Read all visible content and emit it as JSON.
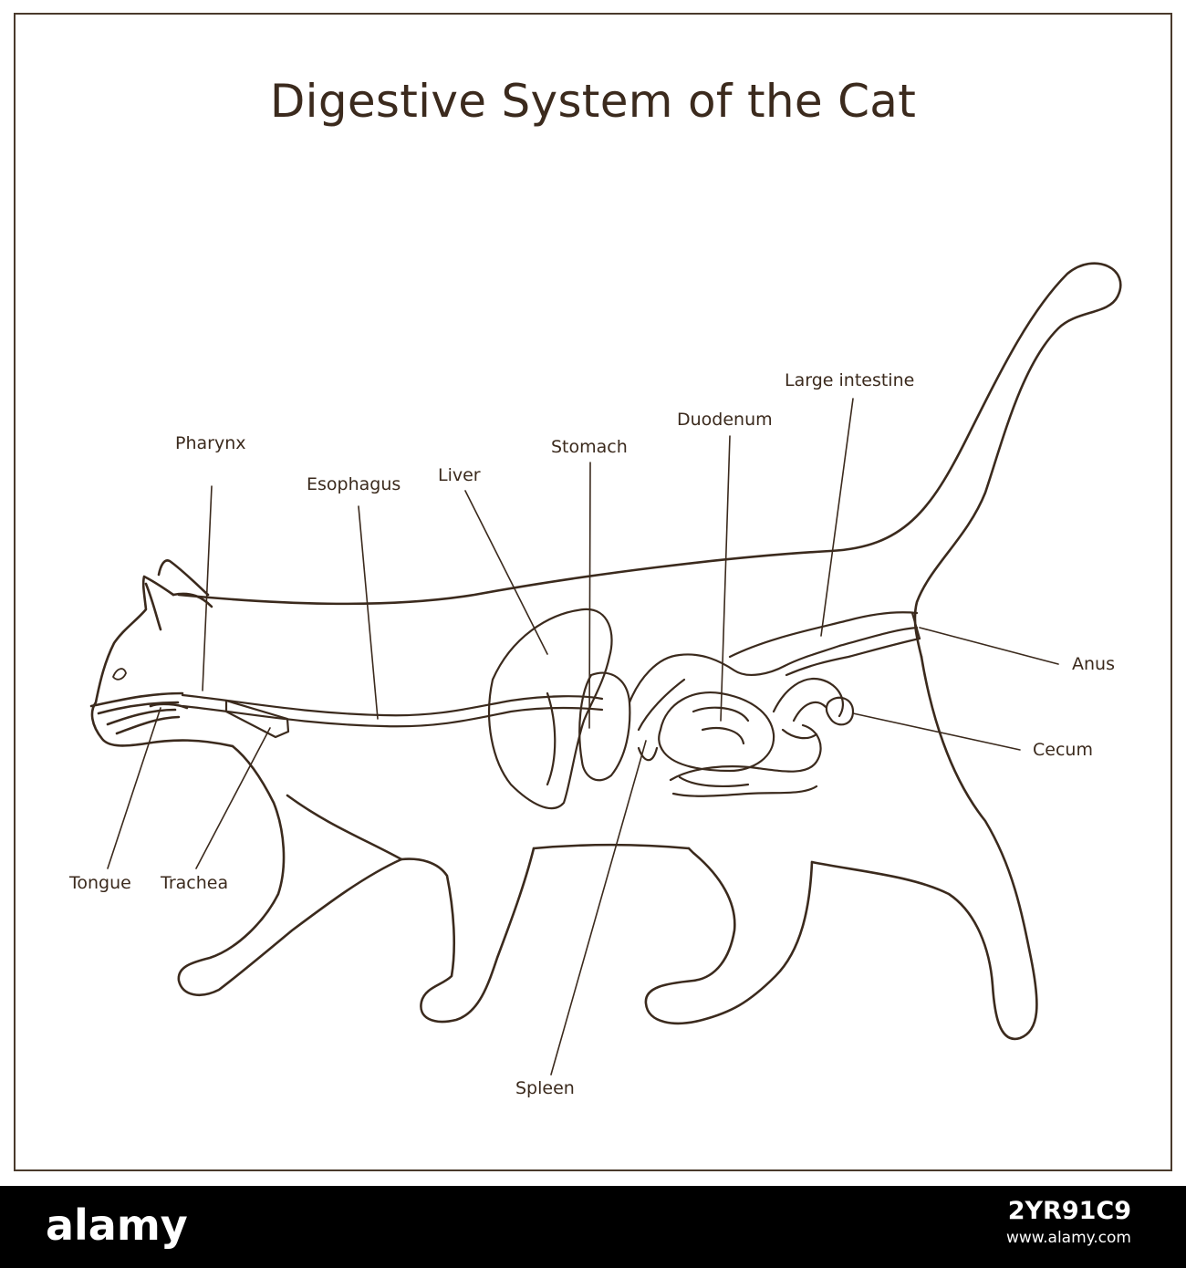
{
  "title": "Digestive System of the Cat",
  "colors": {
    "line": "#3b2a1d",
    "background": "#ffffff",
    "banner": "#000000"
  },
  "labels": {
    "pharynx": "Pharynx",
    "esophagus": "Esophagus",
    "liver": "Liver",
    "stomach": "Stomach",
    "duodenum": "Duodenum",
    "large_intestine": "Large intestine",
    "anus": "Anus",
    "cecum": "Cecum",
    "tongue": "Tongue",
    "trachea": "Trachea",
    "spleen": "Spleen"
  },
  "watermark": {
    "logo": "alamy",
    "image_id": "2YR91C9",
    "site": "www.alamy.com"
  }
}
